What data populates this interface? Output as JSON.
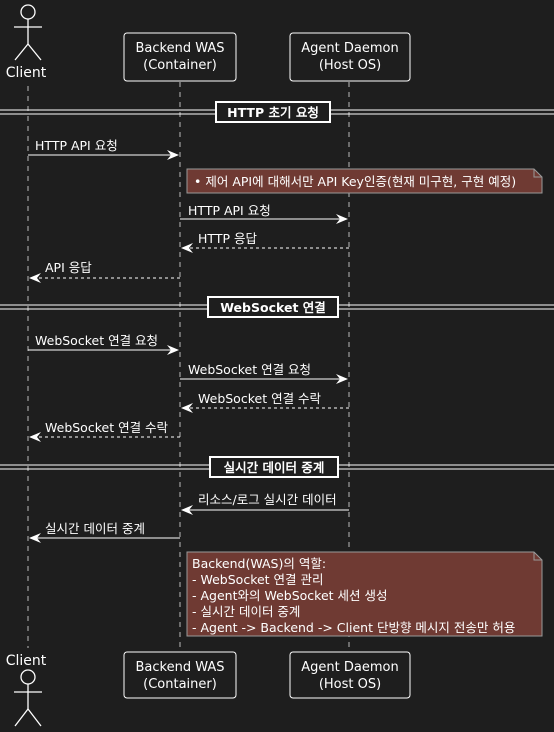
{
  "participants": {
    "client": {
      "name": "Client"
    },
    "backend": {
      "line1": "Backend WAS",
      "line2": "(Container)"
    },
    "agent": {
      "line1": "Agent Daemon",
      "line2": "(Host OS)"
    }
  },
  "sections": {
    "http": "HTTP 초기 요청",
    "websocket": "WebSocket 연결",
    "realtime": "실시간 데이터 중계"
  },
  "messages": {
    "m1": "HTTP API 요청",
    "m2": "HTTP API 요청",
    "m3": "HTTP 응답",
    "m4": "API 응답",
    "m5": "WebSocket 연결 요청",
    "m6": "WebSocket 연결 요청",
    "m7": "WebSocket 연결 수락",
    "m8": "WebSocket 연결 수락",
    "m9": "리소스/로그 실시간 데이터",
    "m10": "실시간 데이터 중계"
  },
  "notes": {
    "api_key": "• 제어 API에 대해서만 API Key인증(현재 미구현, 구현 예정)",
    "role": {
      "l1": "Backend(WAS)의 역할:",
      "l2": "- WebSocket 연결 관리",
      "l3": "- Agent와의 WebSocket 세션 생성",
      "l4": "- 실시간 데이터 중계",
      "l5": "- Agent -> Backend -> Client 단방향 메시지 전송만 허용"
    }
  },
  "colors": {
    "background": "#1e1e1e",
    "lines": "#ffffff",
    "note_fill": "#6f3a33",
    "note_border": "#9a9a9a",
    "participant_fill": "#1e1e1e"
  }
}
